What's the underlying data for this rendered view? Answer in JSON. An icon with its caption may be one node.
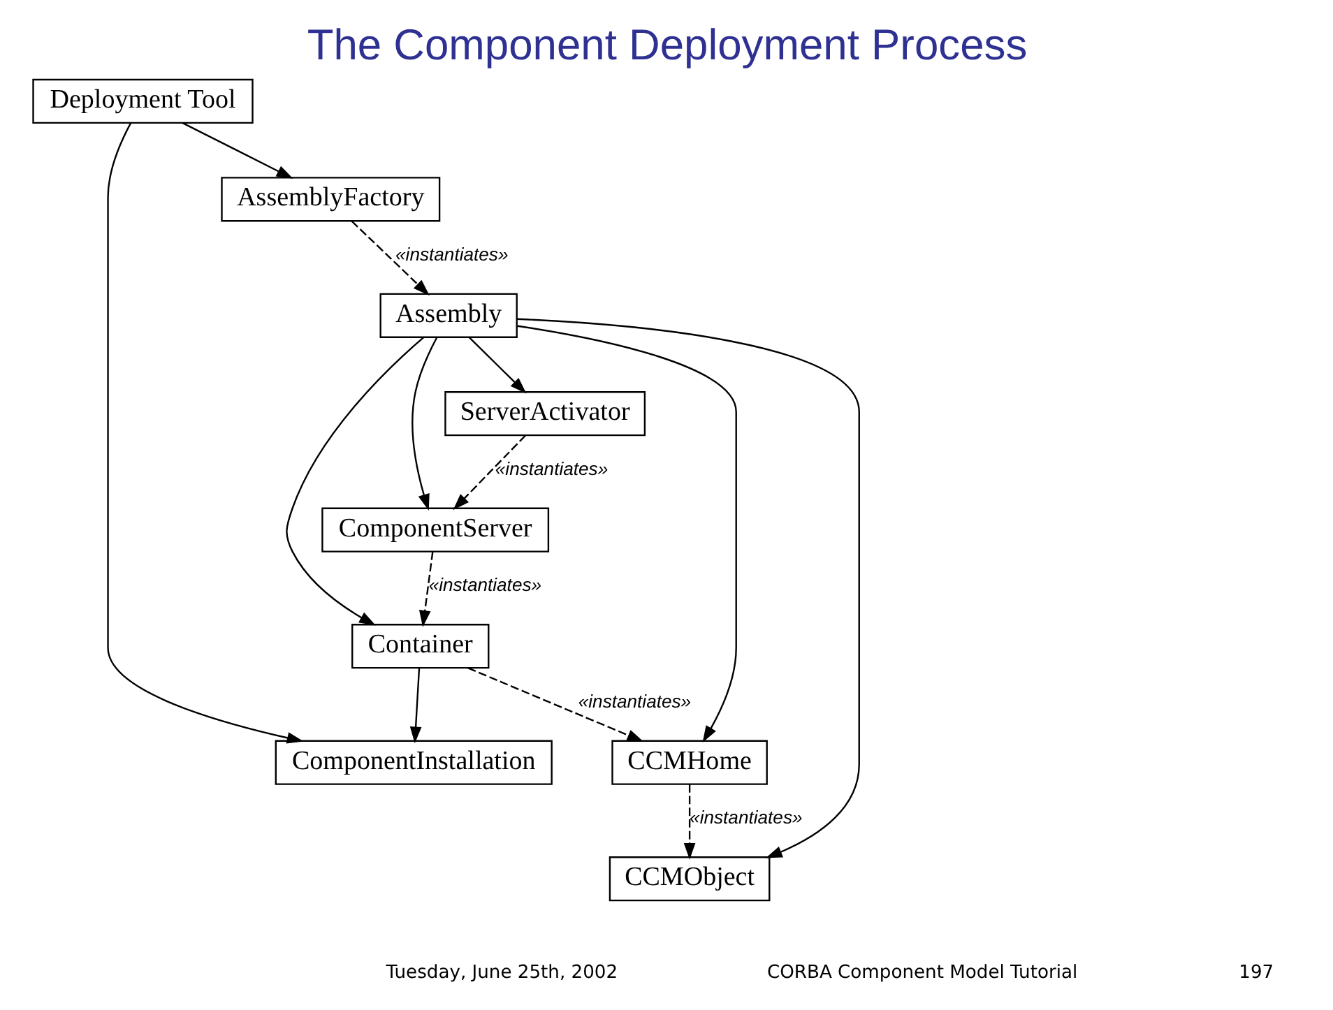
{
  "diagram": {
    "title": "The Component Deployment Process",
    "nodes": [
      {
        "text": [
          "AssemblyFactory"
        ]
      },
      {
        "text": [
          "Assembly"
        ]
      },
      {
        "text": [
          "ServerActivator"
        ]
      },
      {
        "text": [
          "Deployment Tool"
        ]
      },
      {
        "text": [
          "ComponentServer"
        ]
      },
      {
        "text": [
          "Container"
        ]
      },
      {
        "text": [
          "CCMHome"
        ]
      },
      {
        "text": [
          "ComponentInstallation"
        ]
      },
      {
        "text": [
          "CCMObject"
        ]
      }
    ],
    "edges": [
      {
        "from": 0,
        "to": 1,
        "arrow": "to",
        "style": "dashed",
        "label": "«instantiates»"
      },
      {
        "from": 3,
        "to": 0,
        "arrow": "to"
      },
      {
        "from": 1,
        "to": 2,
        "arrow": "to"
      },
      {
        "from": 1,
        "to": 4,
        "arrow": "to"
      },
      {
        "from": 1,
        "to": 5,
        "arrow": "to"
      },
      {
        "from": 1,
        "to": 6,
        "arrow": "to"
      },
      {
        "from": 1,
        "to": 8,
        "arrow": "to"
      },
      {
        "from": 2,
        "to": 4,
        "arrow": "to",
        "style": "dashed",
        "label": "«instantiates»"
      },
      {
        "from": 4,
        "to": 5,
        "arrow": "to",
        "style": "dashed",
        "label": "«instantiates»"
      },
      {
        "from": 5,
        "to": 6,
        "arrow": "to",
        "style": "dashed",
        "label": "«instantiates»"
      },
      {
        "from": 6,
        "to": 8,
        "arrow": "to",
        "style": "dashed",
        "label": "«instantiates»"
      },
      {
        "from": 3,
        "to": 7,
        "arrow": "to"
      },
      {
        "from": 5,
        "to": 7,
        "arrow": "to"
      }
    ],
    "labels": [
      "Tuesday, June 25th, 2002",
      "CORBA Component Model Tutorial",
      "197"
    ]
  }
}
